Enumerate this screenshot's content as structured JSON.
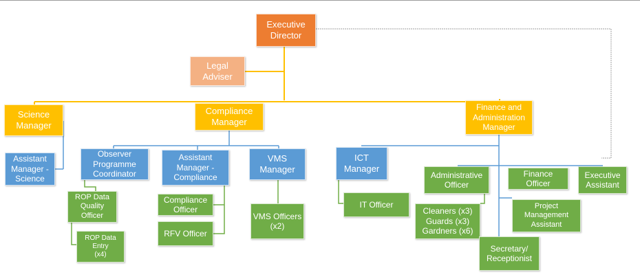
{
  "org_chart": {
    "executive_director": "Executive\nDirector",
    "legal_adviser": "Legal\nAdviser",
    "science_manager": "Science\nManager",
    "compliance_manager": "Compliance\nManager",
    "finance_admin_manager": "Finance and\nAdministration\nManager",
    "assistant_manager_science": "Assistant\nManager -\nScience",
    "observer_programme_coordinator": "Observer\nProgramme\nCoordinator",
    "assistant_manager_compliance": "Assistant\nManager -\nCompliance",
    "vms_manager": "VMS\nManager",
    "ict_manager": "ICT\nManager",
    "administrative_officer": "Administrative\nOfficer",
    "finance_officer": "Finance\nOfficer",
    "executive_assistant": "Executive\nAssistant",
    "rop_data_quality_officer": "ROP Data\nQuality\nOfficer",
    "rop_data_entry": "ROP Data\nEntry\n(x4)",
    "compliance_officer": "Compliance\nOfficer",
    "rfv_officer": "RFV Officer",
    "vms_officers": "VMS Officers\n(x2)",
    "it_officer": "IT Officer",
    "cleaners_guards_gardeners": "Cleaners (x3)\nGuards (x3)\nGardners (x6)",
    "project_management_assistant": "Project\nManagement\nAssistant",
    "secretary_receptionist": "Secretary/\nReceptionist"
  },
  "colors": {
    "executive": "#ed7d31",
    "adviser": "#f4b183",
    "manager": "#ffc000",
    "assistant_manager": "#5b9bd5",
    "officer": "#70ad47",
    "line_gold": "#ffc000",
    "line_blue": "#5b9bd5",
    "line_green": "#70ad47",
    "line_grey": "#a5a5a5"
  }
}
